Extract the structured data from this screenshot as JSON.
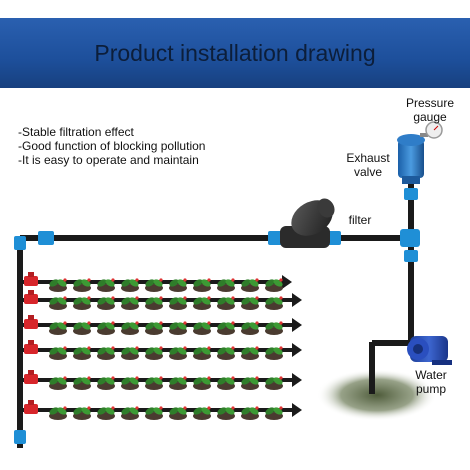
{
  "header": {
    "title": "Product installation drawing"
  },
  "features": [
    "-Stable filtration effect",
    "-Good function of blocking pollution",
    "-It is easy to operate and maintain"
  ],
  "labels": {
    "pressure_gauge": [
      "Pressure",
      "gauge"
    ],
    "exhaust_valve": [
      "Exhaust",
      "valve"
    ],
    "filter": "filter",
    "water_pump": [
      "Water",
      "pump"
    ]
  },
  "colors": {
    "banner": "#1d4f9b",
    "pipe": "#1a1a1a",
    "connector": "#1f8fd6",
    "valve": "#d7262b",
    "plant_leaf": "#2f7d2a",
    "soil": "#4a3b30"
  }
}
